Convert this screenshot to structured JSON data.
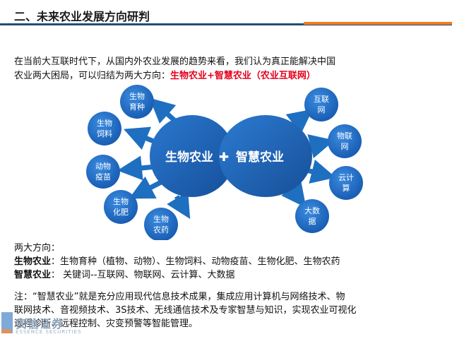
{
  "header": {
    "title": "二、未来农业发展方向研判"
  },
  "intro": {
    "line1": "在当前大互联时代下，从国内外农业发展的趋势来看，我们认为真正能解决中国",
    "line2_prefix": "农业两大困局，可以归结为两大方向：",
    "line2_highlight": "生物农业+智慧农业（农业互联网）"
  },
  "diagram": {
    "center_left": "生物农业",
    "center_plus": "✚",
    "center_right": "智慧农业",
    "left_nodes": [
      {
        "l1": "生物",
        "l2": "育种"
      },
      {
        "l1": "生物",
        "l2": "饲料"
      },
      {
        "l1": "动物",
        "l2": "疫苗"
      },
      {
        "l1": "生物",
        "l2": "化肥"
      },
      {
        "l1": "生物",
        "l2": "农药"
      }
    ],
    "right_nodes": [
      {
        "l1": "互联",
        "l2": "网"
      },
      {
        "l1": "物联",
        "l2": "网"
      },
      {
        "l1": "云计",
        "l2": "算"
      },
      {
        "l1": "大数",
        "l2": "据"
      }
    ],
    "colors": {
      "node": "#1e6fc0",
      "arrow": "#1e6fc0",
      "center": "#1e5aa8"
    }
  },
  "directions": {
    "heading": "两大方向：",
    "bio_label": "生物农业",
    "bio_text": "：生物育种（植物、动物）、生物饲料、动物疫苗、生物化肥、生物农药",
    "smart_label": "智慧农业",
    "smart_text": "： 关键词--互联网、物联网、云计算、大数据"
  },
  "note": {
    "line1": "注：“智慧农业”就是充分应用现代信息技术成果，集成应用计算机与网络技术、物",
    "line2": "联网技术、音视频技术、3S技术、无线通信技术及专家智慧与知识，实现农业可视化",
    "line3": "远程诊断、远程控制、灾变预警等智能管理。"
  },
  "logo": {
    "text": "安信证券",
    "sub": "ESSENCE SECURITIES"
  }
}
